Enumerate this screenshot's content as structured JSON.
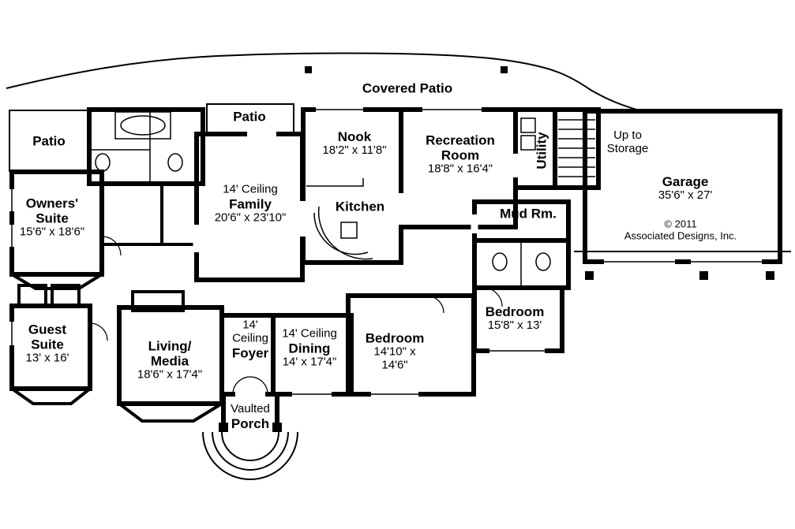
{
  "rooms": {
    "covered_patio": {
      "label": "Covered Patio"
    },
    "patio_upper": {
      "label": "Patio"
    },
    "patio_left": {
      "label": "Patio"
    },
    "nook": {
      "label": "Nook",
      "dims": "18'2\" x 11'8\""
    },
    "recreation": {
      "line1": "Recreation",
      "line2": "Room",
      "dims": "18'8\" x 16'4\""
    },
    "utility": {
      "label": "Utility"
    },
    "storage": {
      "line1": "Up to",
      "line2": "Storage"
    },
    "garage": {
      "label": "Garage",
      "dims": "35'6\" x 27'"
    },
    "copyright": {
      "line1": "© 2011",
      "line2": "Associated Designs, Inc."
    },
    "owners_suite": {
      "line1": "Owners'",
      "line2": "Suite",
      "dims": "15'6\" x 18'6\""
    },
    "family": {
      "ceiling": "14' Ceiling",
      "label": "Family",
      "dims": "20'6\" x 23'10\""
    },
    "kitchen": {
      "label": "Kitchen"
    },
    "mud_room": {
      "label": "Mud Rm."
    },
    "bedroom_right": {
      "label": "Bedroom",
      "dims": "15'8\" x 13'"
    },
    "guest_suite": {
      "line1": "Guest",
      "line2": "Suite",
      "dims": "13' x 16'"
    },
    "living_media": {
      "line1": "Living/",
      "line2": "Media",
      "dims": "18'6\" x 17'4\""
    },
    "foyer": {
      "ceiling_1": "14'",
      "ceiling_2": "Ceiling",
      "label": "Foyer"
    },
    "dining": {
      "ceiling": "14' Ceiling",
      "label": "Dining",
      "dims": "14' x 17'4\""
    },
    "bedroom_mid": {
      "label": "Bedroom",
      "dims1": "14'10\" x",
      "dims2": "14'6\""
    },
    "porch": {
      "line1": "Vaulted",
      "line2": "Porch"
    }
  },
  "colors": {
    "ink": "#000000",
    "paper": "#ffffff"
  }
}
